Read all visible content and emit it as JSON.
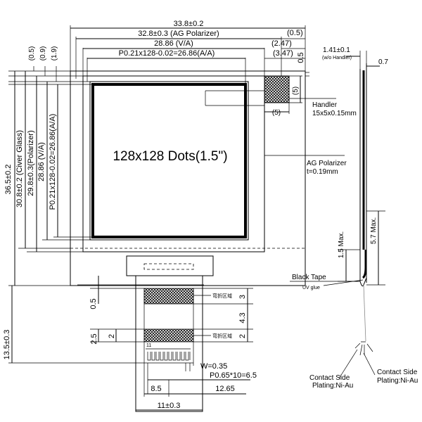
{
  "display_label": "128x128 Dots(1.5\")",
  "dimensions": {
    "top": [
      "33.8±0.2",
      "32.8±0.3 (AG Polarizer)",
      "28.86 (V/A)",
      "P0.21x128-0.02=26.86(A/A)"
    ],
    "top_right": [
      "(0.5)",
      "(2.47)",
      "(3.47)"
    ],
    "left_small": [
      "(0.5)",
      "(0.9)",
      "(1.9)"
    ],
    "left": [
      "36.5±0.2",
      "30.8±0.2 (Civer Glass)",
      "29.8±0.3(Polarizer)",
      "28.86 (V/A)",
      "P0.21x128-0.02=26.86(A/A)"
    ],
    "right_side_vertical": "0.5",
    "fpc": [
      "0.5",
      "2.5",
      "2",
      "13.5±0.3",
      "3",
      "4.3",
      "2"
    ],
    "bottom": [
      "W=0.35",
      "P0.65*10=6.5",
      "8.5",
      "12.65",
      "11±0.3"
    ],
    "handler_size": [
      "(5)",
      "(5)"
    ],
    "side_view": [
      "1.41±0.1",
      "(w/o Handler)",
      "0.7",
      "1.5 Max.",
      "5.7 Max."
    ]
  },
  "callouts": {
    "handler": [
      "Handler",
      "15x5x0.15mm"
    ],
    "ag_polarizer": [
      "AG Polarizer",
      "t=0.19mm"
    ],
    "black_tape": "Black Tape",
    "uv_glue": "UV glue",
    "contact_left": [
      "Contact Side",
      "Plating:Ni-Au"
    ],
    "contact_right": [
      "Contact Side",
      "Plating:Ni-Au"
    ],
    "bend_area_1": "弯折区域",
    "bend_area_2": "弯折区域",
    "pin_label": "11"
  }
}
